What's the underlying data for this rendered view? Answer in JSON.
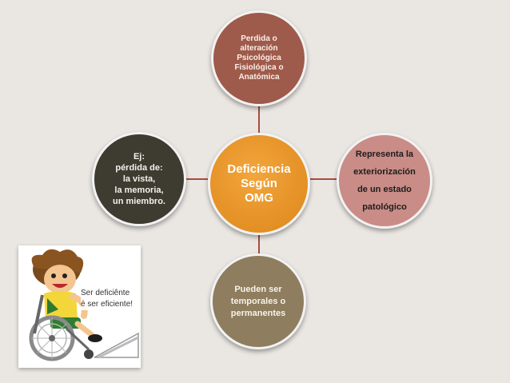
{
  "diagram": {
    "center": "Deficiencia\nSegún\nOMG",
    "top": "Perdida o\nalteración\nPsicológica\nFisiológica o\nAnatómica",
    "left": "Ej:\npérdida de:\nla vista,\nla memoria,\nun miembro.",
    "right": "Representa la\nexteriorización\nde un estado\npatológico",
    "bottom": "Pueden ser\ntemporales o\npermanentes"
  },
  "illustration": {
    "caption": "Ser deficiênte\né ser eficiente!"
  },
  "colors": {
    "background": "#eae7e3",
    "center": "#e8921f",
    "top": "#9e5a4a",
    "left": "#3e3b30",
    "right": "#c98c86",
    "bottom": "#8e7d5e",
    "connector": "#a94c3f"
  }
}
